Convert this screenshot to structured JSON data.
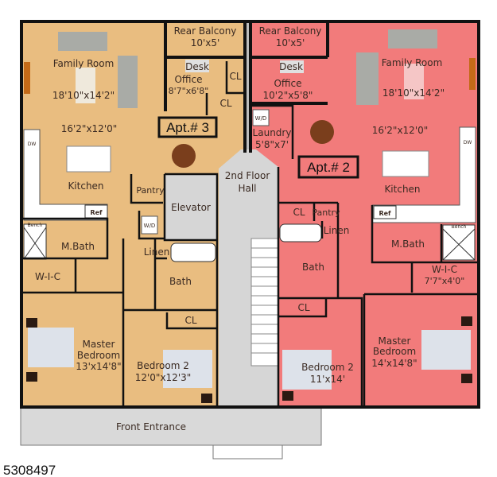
{
  "listing_id": "5308497",
  "colors": {
    "apt3_fill": "#e9bd80",
    "apt2_fill": "#f27b7b",
    "common_fill": "#d6d6d6",
    "wall": "#111111"
  },
  "apt3": {
    "label": "Apt.# 3",
    "rooms": {
      "rear_balcony": "Rear Balcony",
      "rear_balcony_dim": "10'x5'",
      "desk": "Desk",
      "office": "Office",
      "office_dim": "8'7\"x6'8\"",
      "cl1": "CL",
      "cl2": "CL",
      "family_room": "Family Room",
      "family_room_dim": "18'10\"x14'2\"",
      "kitchen_dim": "16'2\"x12'0\"",
      "kitchen": "Kitchen",
      "pantry": "Pantry",
      "elevator": "Elevator",
      "wd": "W/D",
      "ref": "Ref",
      "dw": "DW",
      "bench": "Bench",
      "mbath": "M.Bath",
      "linen": "Linen",
      "bath": "Bath",
      "wic": "W-I-C",
      "master": "Master",
      "master2": "Bedroom",
      "master_dim": "13'x14'8\"",
      "bed2": "Bedroom 2",
      "bed2_dim": "12'0\"x12'3\"",
      "bed2_cl": "CL"
    }
  },
  "apt2": {
    "label": "Apt.# 2",
    "rooms": {
      "rear_balcony": "Rear Balcony",
      "rear_balcony_dim": "10'x5'",
      "desk": "Desk",
      "office": "Office",
      "office_dim": "10'2\"x5'8\"",
      "wd": "W/D",
      "laundry": "Laundry",
      "laundry_dim": "5'8\"x7'",
      "family_room": "Family Room",
      "family_room_dim": "18'10\"x14'2\"",
      "kitchen_dim": "16'2\"x12'0\"",
      "kitchen": "Kitchen",
      "ref": "Ref",
      "dw": "DW",
      "bench": "Bench",
      "cl": "CL",
      "pantry": "Pantry",
      "linen": "Linen",
      "bath": "Bath",
      "mbath": "M.Bath",
      "wic": "W-I-C",
      "wic_dim": "7'7\"x4'0\"",
      "bed2_cl": "CL",
      "bed2": "Bedroom 2",
      "bed2_dim": "11'x14'",
      "master": "Master",
      "master2": "Bedroom",
      "master_dim": "14'x14'8\""
    }
  },
  "common": {
    "hall1": "2nd Floor",
    "hall2": "Hall",
    "front_entrance": "Front Entrance"
  }
}
